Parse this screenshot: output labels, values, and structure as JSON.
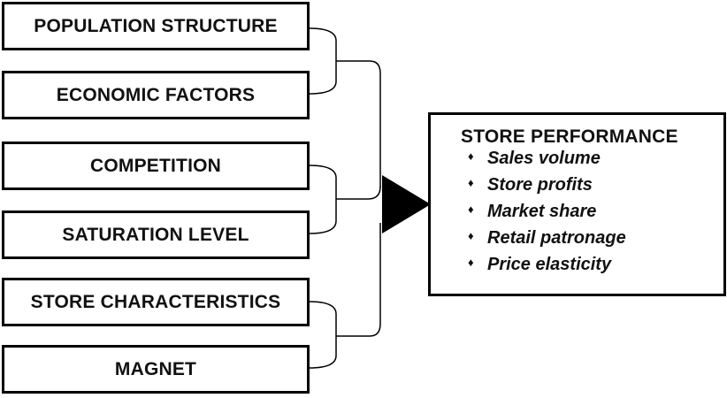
{
  "factors": [
    "POPULATION STRUCTURE",
    "ECONOMIC FACTORS",
    "COMPETITION",
    "SATURATION LEVEL",
    "STORE CHARACTERISTICS",
    "MAGNET"
  ],
  "outcome": {
    "title": "STORE PERFORMANCE",
    "items": [
      "Sales volume",
      "Store profits",
      "Market share",
      "Retail patronage",
      "Price elasticity"
    ]
  },
  "icons": {
    "bullet": "diamond-bullet-icon",
    "arrow": "arrow-right-icon"
  }
}
